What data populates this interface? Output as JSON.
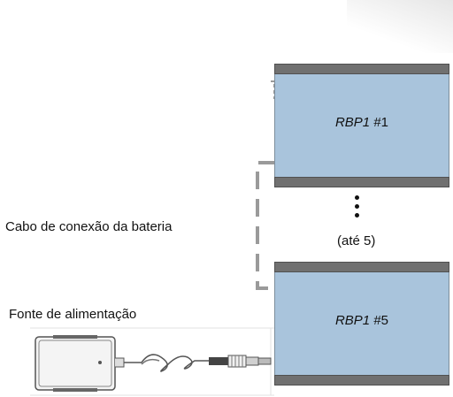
{
  "batteries": [
    {
      "model": "RBP1",
      "index": "#1"
    },
    {
      "model": "RBP1",
      "index": "#5"
    }
  ],
  "up_to_label": "(até 5)",
  "cable_label": "Cabo de conexão da bateria",
  "power_supply_label": "Fonte de alimentação",
  "colors": {
    "battery_body": "#a9c4dc",
    "battery_cap": "#707070",
    "cable_dash": "#9a9a9a"
  }
}
